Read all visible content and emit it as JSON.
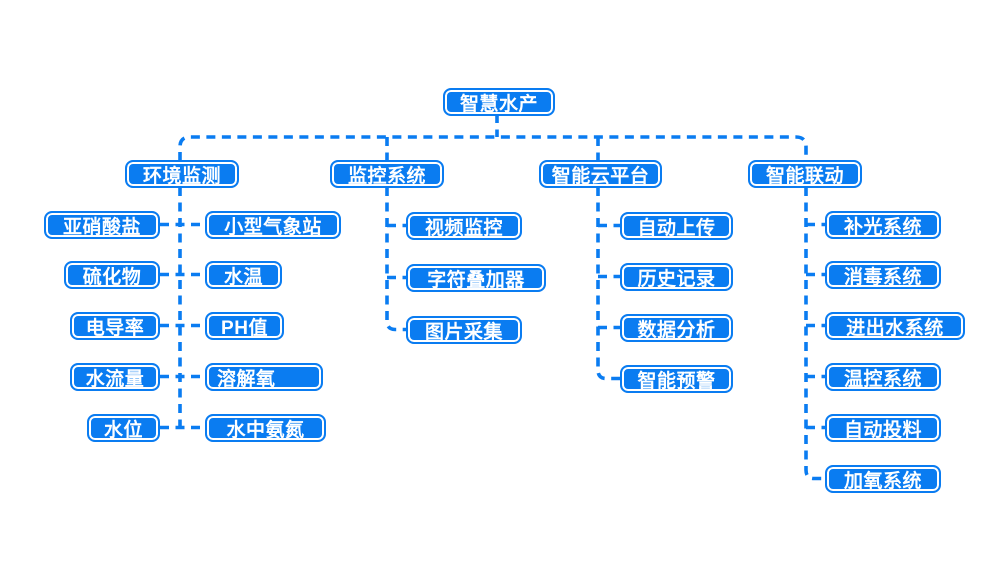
{
  "colors": {
    "primary": "#0a7cf1",
    "node_text": "#ffffff",
    "background": "#ffffff",
    "line_style": "dashed"
  },
  "root": {
    "label": "智慧水产"
  },
  "branches": [
    {
      "label": "环境监测",
      "left": [
        "亚硝酸盐",
        "硫化物",
        "电导率",
        "水流量",
        "水位"
      ],
      "right": [
        "小型气象站",
        "水温",
        "PH值",
        "溶解氧",
        "水中氨氮"
      ]
    },
    {
      "label": "监控系统",
      "children": [
        "视频监控",
        "字符叠加器",
        "图片采集"
      ]
    },
    {
      "label": "智能云平台",
      "children": [
        "自动上传",
        "历史记录",
        "数据分析",
        "智能预警"
      ]
    },
    {
      "label": "智能联动",
      "children": [
        "补光系统",
        "消毒系统",
        "进出水系统",
        "温控系统",
        "自动投料",
        "加氧系统"
      ]
    }
  ]
}
